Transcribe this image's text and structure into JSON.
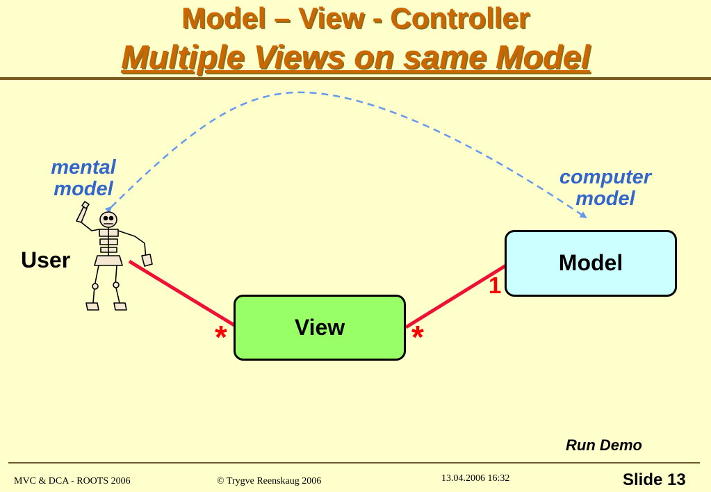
{
  "slide": {
    "title_line1": "Model – View - Controller",
    "title_line2": "Multiple Views on same Model",
    "background_color": "#FFFFCC",
    "title_color": "#CC6600"
  },
  "diagram": {
    "user_label": "User",
    "mental_model_line1": "mental",
    "mental_model_line2": "model",
    "computer_model_line1": "computer",
    "computer_model_line2": "model",
    "view_box_label": "View",
    "model_box_label": "Model",
    "multiplicity_model": "1",
    "multiplicity_view_left": "*",
    "multiplicity_view_right": "*",
    "user_icon": "skeleton-figure-icon",
    "view_box_color": "#99FF66",
    "model_box_color": "#CCFFFF",
    "connector_color": "#EE1133",
    "arrow_color": "#6699EE"
  },
  "run_demo": "Run Demo",
  "footer": {
    "course": "MVC & DCA -  ROOTS 2006",
    "copyright": "© Trygve Reenskaug 2006",
    "datetime": "13.04.2006 16:32",
    "slide_number": "Slide 13"
  }
}
